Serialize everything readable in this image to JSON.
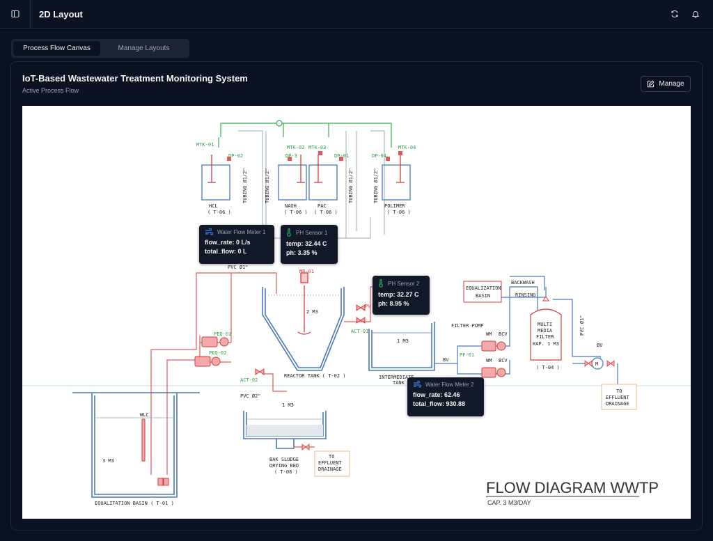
{
  "header": {
    "title": "2D Layout"
  },
  "tabs": [
    {
      "label": "Process Flow Canvas"
    },
    {
      "label": "Manage Layouts"
    }
  ],
  "card": {
    "title": "IoT-Based Wastewater Treatment Monitoring System",
    "subtitle": "Active Process Flow",
    "manage_label": "Manage"
  },
  "sensors": {
    "flow1": {
      "name": "Water Flow Meter 1",
      "line1": "flow_rate: 0 L/s",
      "line2": "total_flow: 0 L"
    },
    "ph1": {
      "name": "PH Sensor 1",
      "line1": "temp: 32.44 C",
      "line2": "ph: 3.35 %"
    },
    "ph2": {
      "name": "PH Sensor 2",
      "line1": "temp: 32.27 C",
      "line2": "ph: 8.95 %"
    },
    "flow2": {
      "name": "Water Flow Meter 2",
      "line1": "flow_rate: 62.46",
      "line2": "total_flow: 930.88"
    }
  },
  "diagram": {
    "title": "FLOW DIAGRAM WWTP",
    "capacity": "CAP. 3 M3/DAY",
    "labels": {
      "mtk01": "MTK-01",
      "dp02": "DP-02",
      "mtk02": "MTK-02",
      "dp3": "DP-3",
      "mtk03": "MTK-03",
      "dp01": "DP-01",
      "dp04": "DP-04",
      "mtk04": "MTK-04",
      "hcl": "HCL",
      "naoh": "NAOH",
      "pac": "PAC",
      "polimer": "POLIMER",
      "t06": "( T-06 )",
      "tubing": "TUBING Ø1/2\"",
      "pvc1": "PVC Ø1\"",
      "pvc2": "PVC Ø2\"",
      "mr01": "MR-01",
      "two_m3": "2 M3",
      "reactor": "REACTOR TANK ( T-02 )",
      "peq01": "PEQ-01",
      "peq02": "PEQ-02",
      "act01": "ACT-01",
      "act02": "ACT-02",
      "pv": "PV",
      "one_m3": "1 M3",
      "intermediate": "INTERMEDIATE",
      "tank": "TANK",
      "bv": "BV",
      "wm": "WM",
      "bcv": "BCV",
      "pf01": "PF-01",
      "filter_pump": "FILTER PUMP",
      "eq_basin": "EQUALIZATION",
      "basin": "BASIN",
      "backwash": "BACKWASH",
      "rinsing": "RINSING",
      "multi": "MULTI",
      "media": "MEDIA",
      "filter": "FILTER",
      "kap": "KAP. 1 M3",
      "t04": "( T-04 )",
      "to": "TO",
      "effluent": "EFFLUENT",
      "drainage": "DRAINAGE",
      "wlc": "WLC",
      "three_m3": "3 M3",
      "eq_basin_t01": "EQUALITATION BASIN ( T-01 )",
      "bak_sludge": "BAK SLUDGE",
      "drying_bed": "DRYING BED",
      "t08": "( T-08 )",
      "m": "M"
    }
  },
  "colors": {
    "pipe_blue": "#3b6fb6",
    "pipe_red": "#e05a5a",
    "pipe_green": "#3aa655",
    "accent_flow": "#3b82f6",
    "accent_ph": "#22c55e"
  }
}
